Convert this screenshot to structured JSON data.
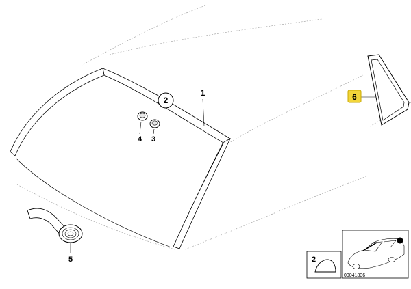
{
  "callouts": {
    "part1": "1",
    "part2": "2",
    "part3": "3",
    "part4": "4",
    "part5": "5",
    "part6": "6"
  },
  "inset": {
    "part_label": "2",
    "image_code": "00041836"
  },
  "colors": {
    "highlight": "#f3d63a",
    "highlight_border": "#c8a800",
    "line": "#000000"
  }
}
